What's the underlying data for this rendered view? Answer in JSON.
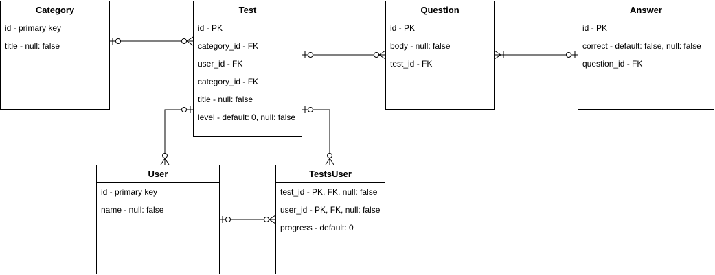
{
  "entities": [
    {
      "id": "category",
      "title": "Category",
      "fields": [
        "id - primary key",
        "title - null: false"
      ]
    },
    {
      "id": "test",
      "title": "Test",
      "fields": [
        "id - PK",
        "category_id - FK",
        "user_id - FK",
        "category_id - FK",
        "title - null: false",
        "level - default: 0, null: false"
      ]
    },
    {
      "id": "question",
      "title": "Question",
      "fields": [
        "id - PK",
        "body - null: false",
        "test_id - FK"
      ]
    },
    {
      "id": "answer",
      "title": "Answer",
      "fields": [
        "id - PK",
        "correct - default: false, null: false",
        "question_id - FK"
      ]
    },
    {
      "id": "user",
      "title": "User",
      "fields": [
        "id - primary key",
        "name - null: false"
      ]
    },
    {
      "id": "testsuser",
      "title": "TestsUser",
      "fields": [
        "test_id - PK, FK, null: false",
        "user_id - PK, FK, null: false",
        "progress - default: 0"
      ]
    }
  ],
  "relationships": [
    {
      "from": "category",
      "to": "test",
      "from_cardinality": "zero-or-one",
      "to_cardinality": "zero-or-many"
    },
    {
      "from": "test",
      "to": "question",
      "from_cardinality": "zero-or-one",
      "to_cardinality": "zero-or-many"
    },
    {
      "from": "question",
      "to": "answer",
      "from_cardinality": "one-or-many",
      "to_cardinality": "zero-or-one"
    },
    {
      "from": "test",
      "to": "user",
      "from_cardinality": "zero-or-one",
      "to_cardinality": "zero-or-many"
    },
    {
      "from": "test",
      "to": "testsuser",
      "from_cardinality": "zero-or-one",
      "to_cardinality": "zero-or-many"
    },
    {
      "from": "user",
      "to": "testsuser",
      "from_cardinality": "zero-or-one",
      "to_cardinality": "zero-or-many"
    }
  ]
}
